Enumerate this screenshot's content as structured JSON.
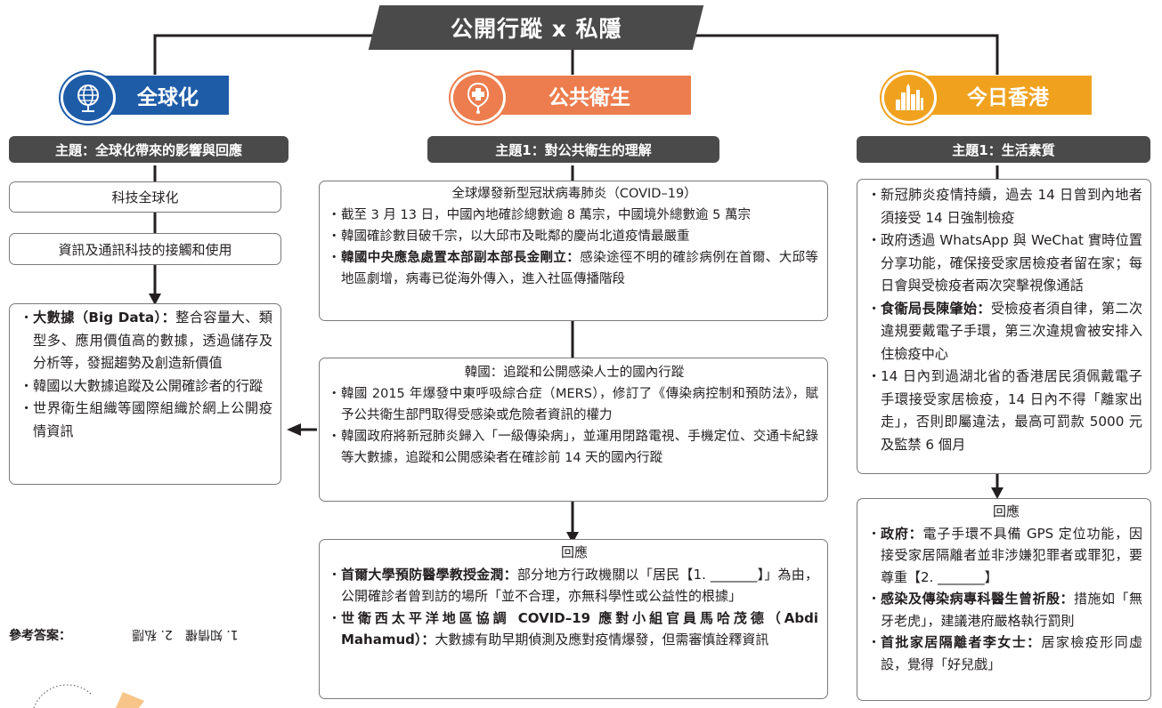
{
  "title": "公開行蹤 x 私隱",
  "colors": {
    "dark": "#4a4a4a",
    "global": "#1f5ca8",
    "health": "#ed7d4e",
    "hongkong": "#f0a21f",
    "border": "#7a7a7a",
    "line": "#231f20"
  },
  "columns": {
    "global": {
      "label": "全球化",
      "icon": "globe-icon",
      "theme": "主題：全球化帶來的影響與回應",
      "box1": "科技全球化",
      "box2": "資訊及通訊科技的接觸和使用",
      "box3_items": [
        {
          "bold": "大數據（Big Data）：",
          "text": "整合容量大、類型多、應用價值高的數據，透過儲存及分析等，發掘趨勢及創造新價值"
        },
        {
          "bold": "",
          "text": "韓國以大數據追蹤及公開確診者的行蹤"
        },
        {
          "bold": "",
          "text": "世界衛生組織等國際組織於網上公開疫情資訊"
        }
      ]
    },
    "health": {
      "label": "公共衛生",
      "icon": "medical-cross-icon",
      "theme": "主題1：對公共衛生的理解",
      "box1_head": "全球爆發新型冠狀病毒肺炎（COVID–19）",
      "box1_items": [
        {
          "bold": "",
          "text": "截至 3 月 13 日，中國內地確診總數逾 8 萬宗，中國境外總數逾 5 萬宗"
        },
        {
          "bold": "",
          "text": "韓國確診數目破千宗，以大邱市及毗鄰的慶尚北道疫情最嚴重"
        },
        {
          "bold": "韓國中央應急處置本部副本部長金剛立：",
          "text": "感染途徑不明的確診病例在首爾、大邱等地區劇增，病毒已從海外傳入，進入社區傳播階段"
        }
      ],
      "box2_head": "韓國：追蹤和公開感染人士的國內行蹤",
      "box2_items": [
        {
          "bold": "",
          "text": "韓國 2015 年爆發中東呼吸綜合症（MERS），修訂了《傳染病控制和預防法》，賦予公共衛生部門取得受感染或危險者資訊的權力"
        },
        {
          "bold": "",
          "text": "韓國政府將新冠肺炎歸入「一級傳染病」，並運用閉路電視、手機定位、交通卡紀錄等大數據，追蹤和公開感染者在確診前 14 天的國內行蹤"
        }
      ],
      "box3_head": "回應",
      "box3_items": [
        {
          "bold": "首爾大學預防醫學教授金潤：",
          "text": "部分地方行政機關以「居民【1. _______】」為由，公開確診者曾到訪的場所「並不合理，亦無科學性或公益性的根據」"
        },
        {
          "bold": "世衛西太平洋地區協調 COVID–19 應對小組官員馬哈茂德（Abdi Mahamud）：",
          "text": "大數據有助早期偵測及應對疫情爆發，但需審慎詮釋資訊"
        }
      ]
    },
    "hongkong": {
      "label": "今日香港",
      "icon": "city-skyline-icon",
      "theme": "主題1：生活素質",
      "box1_items": [
        {
          "bold": "",
          "text": "新冠肺炎疫情持續，過去 14 日曾到內地者須接受 14 日強制檢疫"
        },
        {
          "bold": "",
          "text": "政府透過 WhatsApp 與 WeChat 實時位置分享功能，確保接受家居檢疫者留在家；每日會與受檢疫者兩次突擊視像通話"
        },
        {
          "bold": "食衞局長陳肇始：",
          "text": "受檢疫者須自律，第二次違規要戴電子手環，第三次違規會被安排入住檢疫中心"
        },
        {
          "bold": "",
          "text": "14 日內到過湖北省的香港居民須佩戴電子手環接受家居檢疫，14 日內不得「離家出走」，否則即屬違法，最高可罰款 5000 元及監禁 6 個月"
        }
      ],
      "box2_head": "回應",
      "box2_items": [
        {
          "bold": "政府：",
          "text": "電子手環不具備 GPS 定位功能，因接受家居隔離者並非涉嫌犯罪者或罪犯，要尊重【2. _______】"
        },
        {
          "bold": "感染及傳染病專科醫生曾祈殷：",
          "text": "措施如「無牙老虎」，建議港府嚴格執行罰則"
        },
        {
          "bold": "首批家居隔離者李女士：",
          "text": "居家檢疫形同虛設，覺得「好兒戲」"
        }
      ]
    }
  },
  "answer": {
    "label": "參考答案：",
    "text": "1. 知情權　2. 私隱"
  }
}
